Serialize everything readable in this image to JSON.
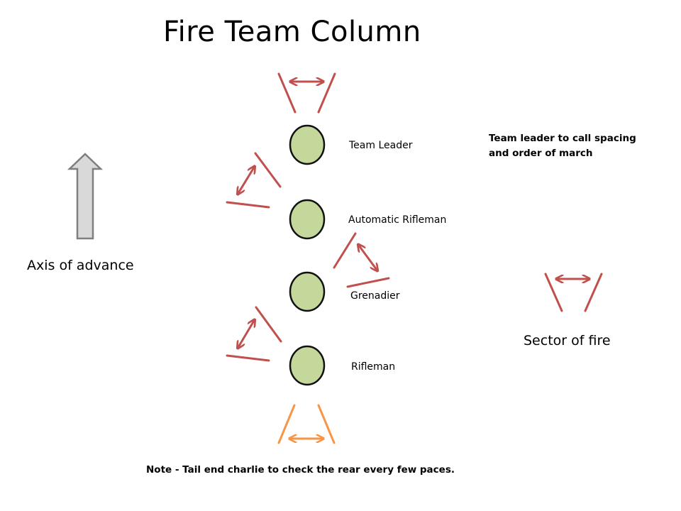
{
  "title": "Fire Team Column",
  "members": [
    {
      "role": "Team Leader"
    },
    {
      "role": "Automatic Rifleman"
    },
    {
      "role": "Grenadier"
    },
    {
      "role": "Rifleman"
    }
  ],
  "notes": {
    "spacing_line1": "Team leader to call spacing",
    "spacing_line2": "and order of march",
    "rear_check": "Note - Tail end charlie to check the rear every few paces."
  },
  "legend": {
    "axis_label": "Axis of advance",
    "sector_label": "Sector of fire"
  },
  "colors": {
    "member_fill": "#c5d89b",
    "member_stroke": "#111111",
    "sector_line": "#c0504d",
    "rear_sector_line": "#f79646",
    "axis_arrow_fill": "#d9d9d9",
    "axis_arrow_stroke": "#7f7f7f"
  }
}
